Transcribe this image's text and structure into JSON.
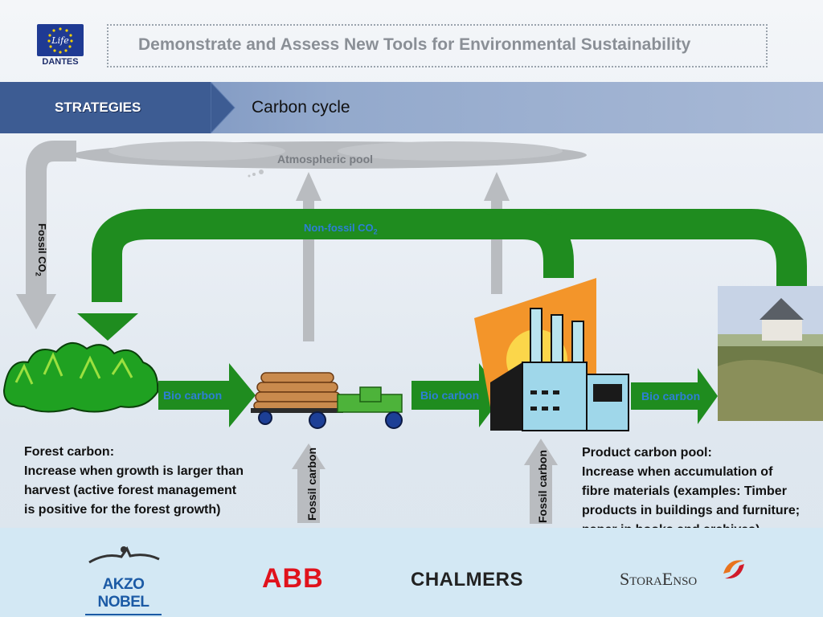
{
  "header": {
    "title": "Demonstrate and Assess New Tools for Environmental Sustainability",
    "logo_text": "DANTES",
    "logo_script": "Life"
  },
  "nav": {
    "section": "STRATEGIES",
    "page_title": "Carbon cycle"
  },
  "diagram": {
    "atmospheric_pool": "Atmospheric pool",
    "non_fossil": "Non-fossil CO",
    "non_fossil_sub": "2",
    "fossil_co2": "Fossil CO",
    "fossil_co2_sub": "2",
    "bio_carbon_1": "Bio carbon",
    "bio_carbon_2": "Bio carbon",
    "bio_carbon_3": "Bio carbon",
    "fossil_carbon_1": "Fossil carbon",
    "fossil_carbon_2": "Fossil carbon"
  },
  "captions": {
    "forest_title": "Forest carbon:",
    "forest_lines": [
      "Increase when growth is larger than",
      "harvest (active forest management",
      "is positive for the forest growth)"
    ],
    "product_title": "Product carbon pool:",
    "product_lines": [
      "Increase when accumulation of",
      "fibre materials (examples: Timber",
      "products in buildings and furniture;",
      "paper in books and archives)"
    ]
  },
  "partners": {
    "akzo": "AKZO NOBEL",
    "abb": "ABB",
    "chalmers": "CHALMERS",
    "stora": "StoraEnso"
  },
  "colors": {
    "green_arrow": "#1f8c1f",
    "grey_arrow": "#b9bcc0",
    "nav_dark": "#3d5c93",
    "label_blue": "#2d7fd6"
  }
}
